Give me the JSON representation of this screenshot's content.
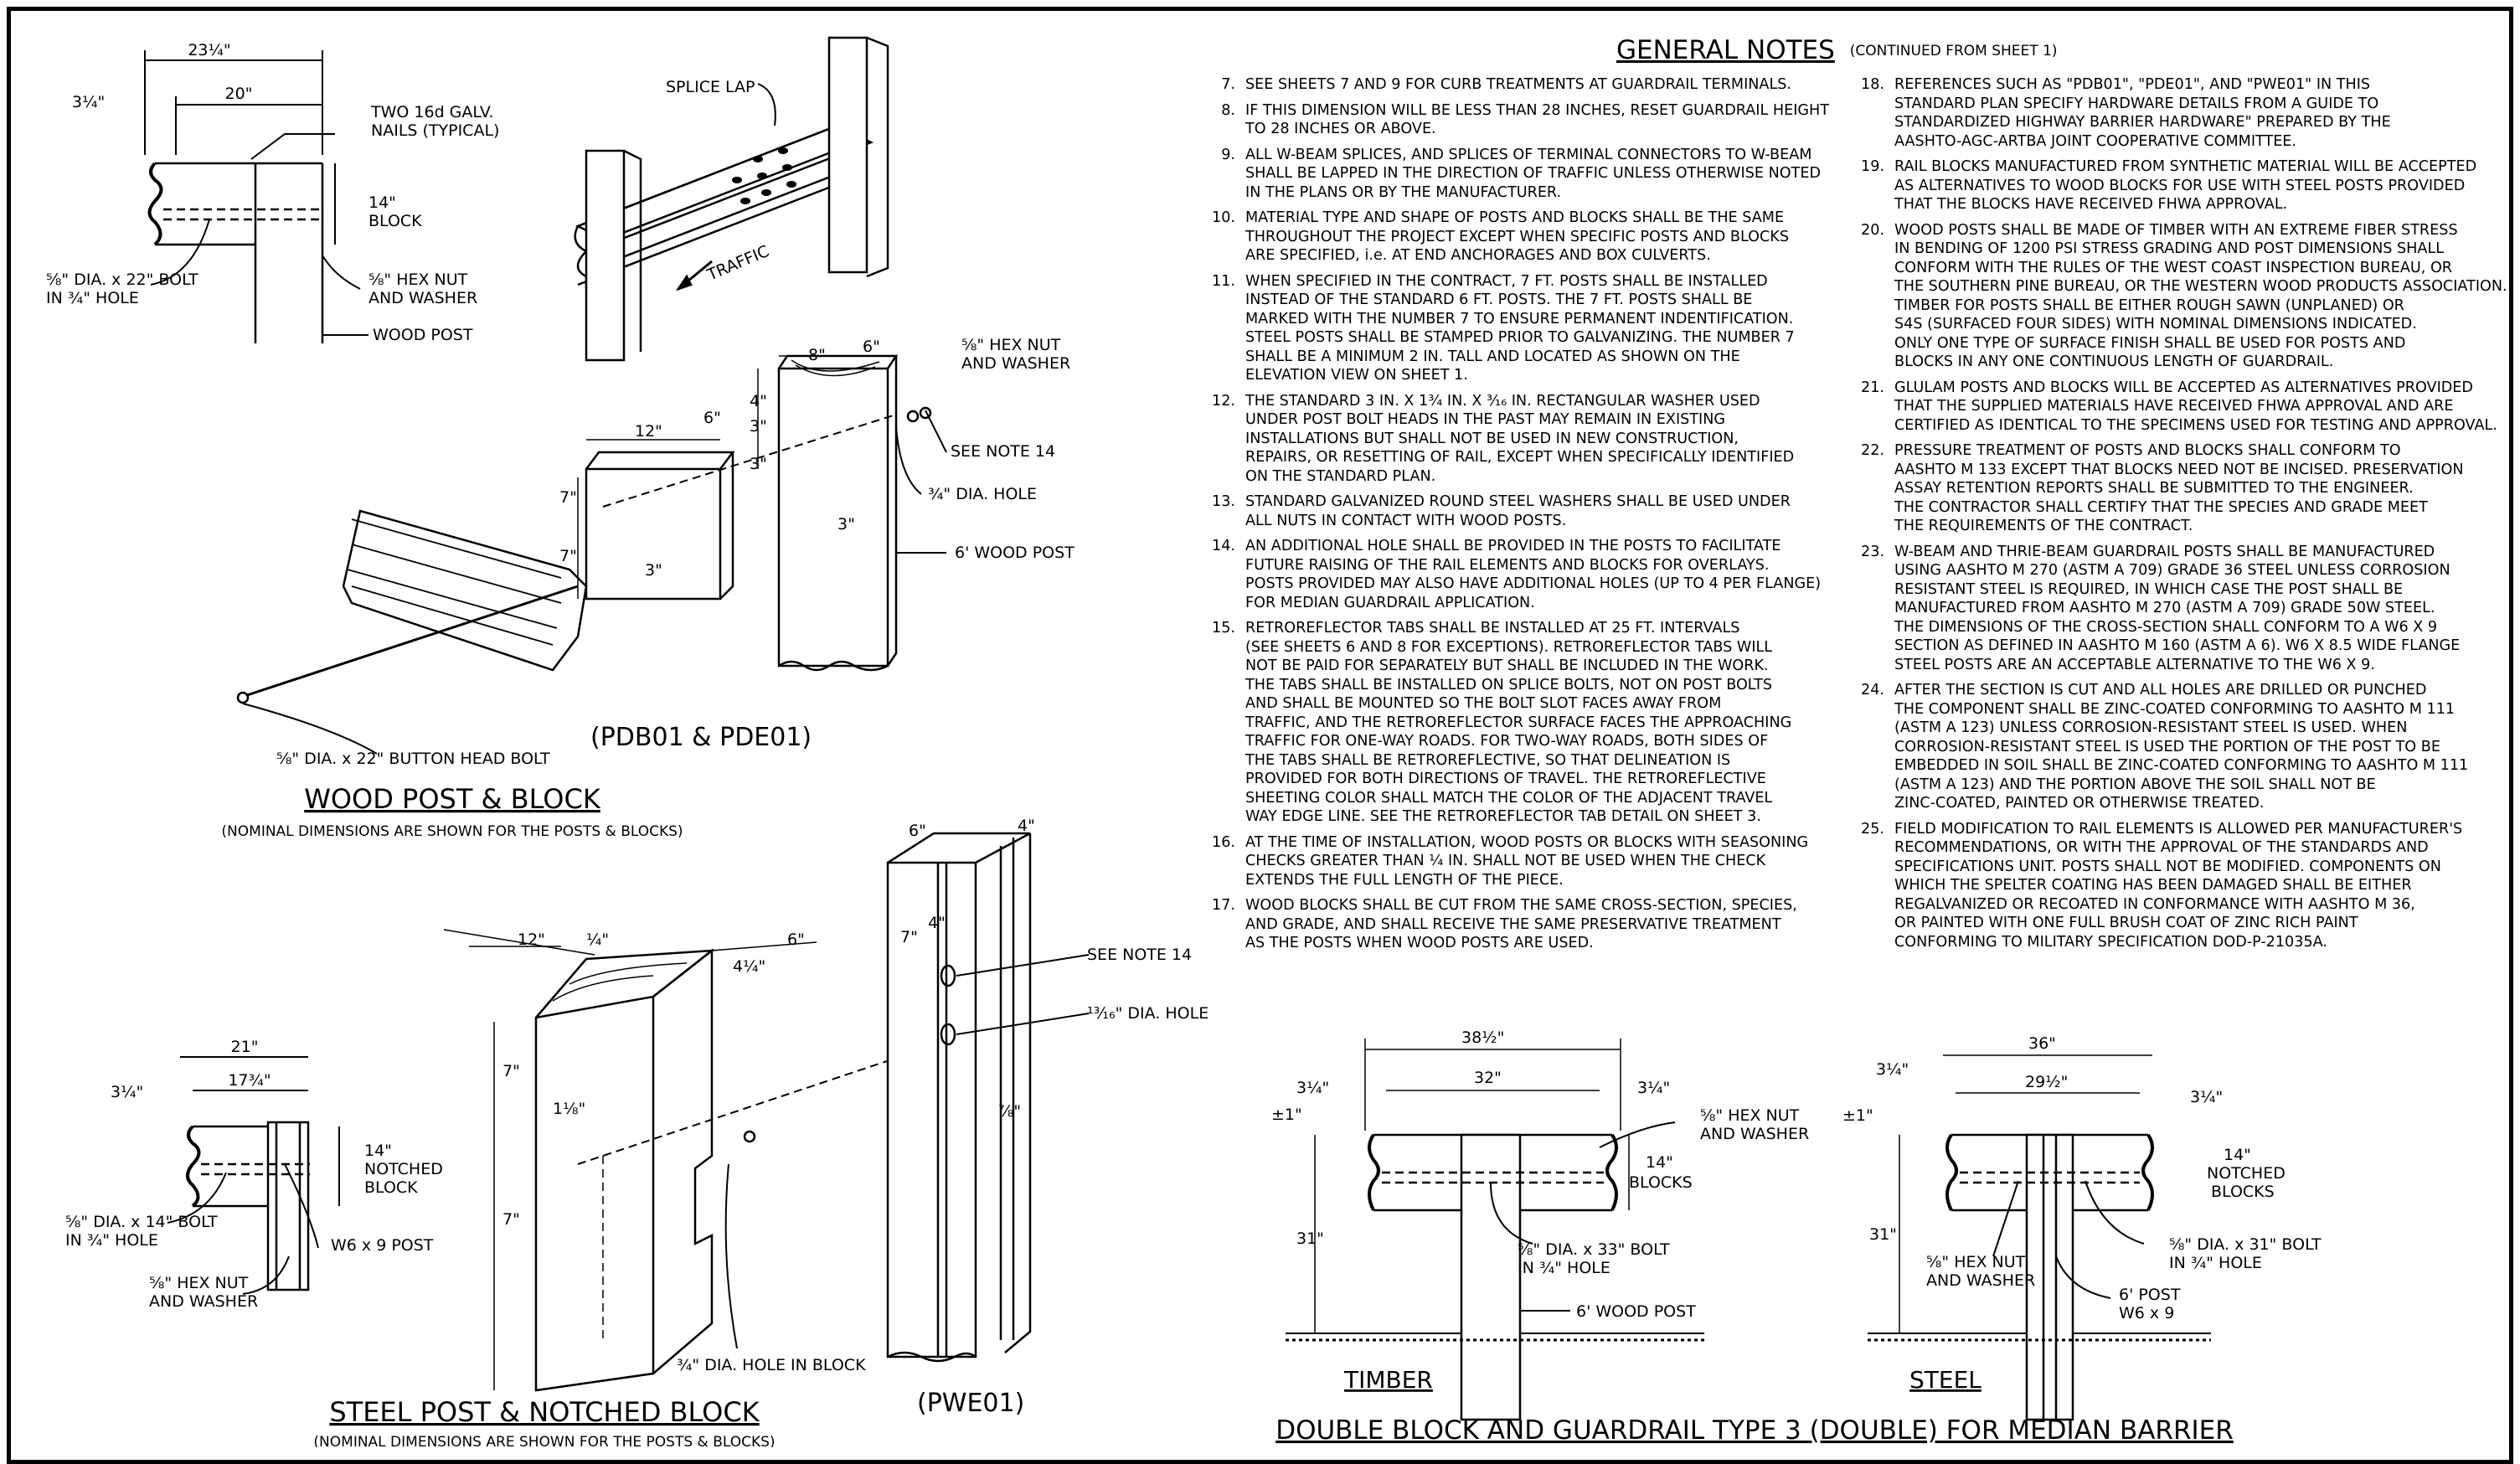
{
  "notes": {
    "title": "GENERAL NOTES",
    "continued": "(CONTINUED FROM SHEET 1)",
    "items": [
      {
        "num": "7.",
        "text": "SEE SHEETS 7 AND 9 FOR CURB TREATMENTS AT GUARDRAIL TERMINALS."
      },
      {
        "num": "8.",
        "text": "IF THIS DIMENSION WILL BE LESS THAN 28 INCHES, RESET GUARDRAIL HEIGHT\nTO 28 INCHES OR ABOVE."
      },
      {
        "num": "9.",
        "text": "ALL W-BEAM SPLICES, AND SPLICES OF TERMINAL CONNECTORS TO W-BEAM\nSHALL BE LAPPED IN THE DIRECTION OF TRAFFIC UNLESS OTHERWISE NOTED\nIN THE PLANS OR BY THE MANUFACTURER."
      },
      {
        "num": "10.",
        "text": "MATERIAL TYPE AND SHAPE OF POSTS AND BLOCKS SHALL BE THE SAME\nTHROUGHOUT THE PROJECT EXCEPT WHEN SPECIFIC POSTS AND BLOCKS\nARE SPECIFIED, i.e. AT END ANCHORAGES AND BOX CULVERTS."
      },
      {
        "num": "11.",
        "text": "WHEN SPECIFIED IN THE CONTRACT, 7 FT. POSTS SHALL BE INSTALLED\nINSTEAD OF THE STANDARD 6 FT. POSTS. THE 7 FT. POSTS SHALL BE\nMARKED WITH THE NUMBER 7 TO ENSURE PERMANENT INDENTIFICATION.\nSTEEL POSTS SHALL BE STAMPED PRIOR TO GALVANIZING. THE NUMBER 7\nSHALL BE A MINIMUM 2 IN. TALL AND LOCATED AS SHOWN ON THE\nELEVATION VIEW ON SHEET 1."
      },
      {
        "num": "12.",
        "text": "THE STANDARD 3 IN. X 1¾ IN. X ³⁄₁₆ IN. RECTANGULAR WASHER USED\nUNDER POST BOLT HEADS IN THE PAST MAY REMAIN IN EXISTING\nINSTALLATIONS BUT SHALL NOT BE USED IN NEW CONSTRUCTION,\nREPAIRS, OR RESETTING OF RAIL, EXCEPT WHEN SPECIFICALLY IDENTIFIED\nON THE STANDARD PLAN."
      },
      {
        "num": "13.",
        "text": "STANDARD GALVANIZED ROUND STEEL WASHERS SHALL BE USED UNDER\nALL NUTS IN CONTACT WITH WOOD POSTS."
      },
      {
        "num": "14.",
        "text": "AN ADDITIONAL HOLE SHALL BE PROVIDED IN THE POSTS TO FACILITATE\nFUTURE RAISING OF THE RAIL ELEMENTS AND BLOCKS FOR OVERLAYS.\nPOSTS PROVIDED MAY ALSO HAVE ADDITIONAL HOLES (UP TO 4 PER FLANGE)\nFOR MEDIAN GUARDRAIL APPLICATION."
      },
      {
        "num": "15.",
        "text": "RETROREFLECTOR TABS SHALL BE INSTALLED AT 25 FT. INTERVALS\n(SEE SHEETS 6 AND 8 FOR EXCEPTIONS). RETROREFLECTOR TABS WILL\nNOT BE PAID FOR SEPARATELY BUT SHALL BE INCLUDED IN THE WORK.\nTHE TABS SHALL BE INSTALLED ON SPLICE BOLTS, NOT ON POST BOLTS\nAND SHALL BE MOUNTED SO THE BOLT SLOT FACES AWAY FROM\nTRAFFIC, AND THE RETROREFLECTOR SURFACE FACES THE APPROACHING\nTRAFFIC FOR ONE-WAY ROADS. FOR TWO-WAY ROADS, BOTH SIDES OF\nTHE TABS SHALL BE RETROREFLECTIVE, SO THAT DELINEATION IS\nPROVIDED FOR BOTH DIRECTIONS OF TRAVEL. THE RETROREFLECTIVE\nSHEETING COLOR SHALL MATCH THE COLOR OF THE ADJACENT TRAVEL\nWAY EDGE LINE. SEE THE RETROREFLECTOR TAB DETAIL ON SHEET 3."
      },
      {
        "num": "16.",
        "text": "AT THE TIME OF INSTALLATION, WOOD POSTS OR BLOCKS WITH SEASONING\nCHECKS GREATER THAN ¼ IN. SHALL NOT BE USED WHEN THE CHECK\nEXTENDS THE FULL LENGTH OF THE PIECE."
      },
      {
        "num": "17.",
        "text": "WOOD BLOCKS SHALL BE CUT FROM THE SAME CROSS-SECTION, SPECIES,\nAND GRADE, AND SHALL RECEIVE THE SAME PRESERVATIVE TREATMENT\nAS THE POSTS WHEN WOOD POSTS ARE USED."
      },
      {
        "num": "18.",
        "text": "REFERENCES SUCH AS \"PDB01\", \"PDE01\", AND \"PWE01\" IN THIS\nSTANDARD PLAN SPECIFY HARDWARE DETAILS FROM A GUIDE TO\nSTANDARDIZED HIGHWAY BARRIER HARDWARE\" PREPARED BY THE\nAASHTO-AGC-ARTBA JOINT COOPERATIVE COMMITTEE."
      },
      {
        "num": "19.",
        "text": "RAIL BLOCKS MANUFACTURED FROM SYNTHETIC MATERIAL WILL BE ACCEPTED\nAS ALTERNATIVES TO WOOD BLOCKS FOR USE WITH STEEL POSTS PROVIDED\nTHAT THE BLOCKS HAVE RECEIVED FHWA APPROVAL."
      },
      {
        "num": "20.",
        "text": "WOOD POSTS SHALL BE MADE OF TIMBER WITH AN EXTREME FIBER STRESS\nIN BENDING OF 1200 PSI STRESS GRADING AND POST DIMENSIONS SHALL\nCONFORM WITH THE RULES OF THE WEST COAST INSPECTION BUREAU, OR\nTHE SOUTHERN PINE BUREAU, OR THE WESTERN WOOD PRODUCTS ASSOCIATION.\nTIMBER FOR POSTS SHALL BE EITHER ROUGH SAWN (UNPLANED) OR\nS4S (SURFACED FOUR SIDES) WITH NOMINAL DIMENSIONS INDICATED.\nONLY ONE TYPE OF SURFACE FINISH SHALL BE USED FOR POSTS AND\nBLOCKS IN ANY ONE CONTINUOUS LENGTH OF GUARDRAIL."
      },
      {
        "num": "21.",
        "text": "GLULAM POSTS AND BLOCKS WILL BE ACCEPTED AS ALTERNATIVES PROVIDED\nTHAT THE SUPPLIED MATERIALS HAVE RECEIVED FHWA APPROVAL AND ARE\nCERTIFIED AS IDENTICAL TO THE SPECIMENS USED FOR TESTING AND APPROVAL."
      },
      {
        "num": "22.",
        "text": "PRESSURE TREATMENT OF POSTS AND BLOCKS SHALL CONFORM TO\nAASHTO M 133 EXCEPT THAT BLOCKS NEED NOT BE INCISED. PRESERVATION\nASSAY RETENTION REPORTS SHALL BE SUBMITTED TO THE ENGINEER.\nTHE CONTRACTOR SHALL CERTIFY THAT THE SPECIES AND GRADE MEET\nTHE REQUIREMENTS OF THE CONTRACT."
      },
      {
        "num": "23.",
        "text": "W-BEAM AND THRIE-BEAM GUARDRAIL POSTS SHALL BE MANUFACTURED\nUSING AASHTO M 270 (ASTM A 709) GRADE 36 STEEL UNLESS CORROSION\nRESISTANT STEEL IS REQUIRED, IN WHICH CASE THE POST SHALL BE\nMANUFACTURED FROM AASHTO M 270 (ASTM A 709) GRADE 50W STEEL.\nTHE DIMENSIONS OF THE CROSS-SECTION SHALL CONFORM TO A W6 X 9\nSECTION AS DEFINED IN AASHTO M 160 (ASTM A 6). W6 X 8.5 WIDE FLANGE\nSTEEL POSTS ARE AN ACCEPTABLE ALTERNATIVE TO THE W6 X 9."
      },
      {
        "num": "24.",
        "text": "AFTER THE SECTION IS CUT AND ALL HOLES ARE DRILLED OR PUNCHED\nTHE COMPONENT SHALL BE ZINC-COATED CONFORMING TO AASHTO M 111\n(ASTM A 123) UNLESS CORROSION-RESISTANT STEEL IS USED. WHEN\nCORROSION-RESISTANT STEEL IS USED THE PORTION OF THE POST TO BE\nEMBEDDED IN SOIL SHALL BE ZINC-COATED CONFORMING TO AASHTO M 111\n(ASTM A 123) AND THE PORTION ABOVE THE SOIL SHALL NOT BE\nZINC-COATED, PAINTED OR OTHERWISE TREATED."
      },
      {
        "num": "25.",
        "text": "FIELD MODIFICATION TO RAIL ELEMENTS IS ALLOWED PER MANUFACTURER'S\nRECOMMENDATIONS, OR WITH THE APPROVAL OF THE STANDARDS AND\nSPECIFICATIONS UNIT. POSTS SHALL NOT BE MODIFIED. COMPONENTS ON\nWHICH THE SPELTER COATING HAS BEEN DAMAGED SHALL BE EITHER\nREGALVANIZED OR RECOATED IN CONFORMANCE WITH AASHTO M 36,\nOR PAINTED WITH ONE FULL BRUSH COAT OF ZINC RICH PAINT\nCONFORMING TO MILITARY SPECIFICATION DOD-P-21035A."
      }
    ]
  },
  "wood_detail": {
    "dim_overall": "23¼\"",
    "dim_20": "20\"",
    "dim_left": "3¼\"",
    "nails": "TWO 16d GALV.\nNAILS (TYPICAL)",
    "block": "14\"\nBLOCK",
    "nut": "⅝\" HEX NUT\nAND WASHER",
    "bolt": "⅝\" DIA. x 22\" BOLT\nIN ¾\" HOLE",
    "post": "WOOD POST"
  },
  "splice": {
    "lap": "SPLICE LAP",
    "traffic": "TRAFFIC"
  },
  "exploded_wood": {
    "d8": "8\"",
    "d6a": "6\"",
    "d12": "12\"",
    "d6b": "6\"",
    "d4": "4\"",
    "d3a": "3\"",
    "d3b": "3\"",
    "d3c": "3\"",
    "d7a": "7\"",
    "d7b": "7\"",
    "nut": "⅝\" HEX NUT\nAND WASHER",
    "see14": "SEE NOTE 14",
    "hole": "¾\" DIA. HOLE",
    "post": "6' WOOD POST",
    "bolt": "⅝\" DIA. x 22\" BUTTON HEAD BOLT",
    "ref": "(PDB01 & PDE01)"
  },
  "titles": {
    "wood": "WOOD POST & BLOCK",
    "wood_sub": "(NOMINAL DIMENSIONS ARE SHOWN FOR THE POSTS & BLOCKS)",
    "steel": "STEEL POST & NOTCHED BLOCK",
    "steel_sub": "(NOMINAL DIMENSIONS ARE SHOWN FOR THE POSTS & BLOCKS)",
    "median": "DOUBLE BLOCK AND GUARDRAIL TYPE 3 (DOUBLE) FOR MEDIAN BARRIER"
  },
  "steel_detail": {
    "d21": "21\"",
    "d1734": "17¾\"",
    "d314": "3¼\"",
    "block": "14\"\nNOTCHED\nBLOCK",
    "bolt": "⅝\" DIA. x 14\" BOLT\nIN ¾\" HOLE",
    "post": "W6 x 9 POST",
    "nut": "⅝\" HEX NUT\nAND WASHER"
  },
  "notched_block": {
    "d12": "12\"",
    "d14": "¼\"",
    "d6": "6\"",
    "d414": "4¼\"",
    "d7a": "7\"",
    "d7b": "7\"",
    "d118": "1⅛\"",
    "hole": "¾\" DIA. HOLE IN BLOCK"
  },
  "pwe": {
    "d6": "6\"",
    "d4a": "4\"",
    "d7": "7\"",
    "d4b": "4\"",
    "see14": "SEE NOTE 14",
    "hole": "¹³⁄₁₆\" DIA. HOLE",
    "d78": "⅞\"",
    "ref": "(PWE01)"
  },
  "timber": {
    "d3812": "38½\"",
    "d32": "32\"",
    "d314a": "3¼\"",
    "d314b": "3¼\"",
    "pm1": "±1\"",
    "d31": "31\"",
    "nut": "⅝\" HEX NUT\nAND WASHER",
    "blocks": "14\"\nBLOCKS",
    "bolt": "⅝\" DIA. x 33\" BOLT\nIN ¾\" HOLE",
    "post": "6' WOOD POST",
    "label": "TIMBER"
  },
  "steel_median": {
    "d36": "36\"",
    "d2912": "29½\"",
    "d314a": "3¼\"",
    "d314b": "3¼\"",
    "pm1": "±1\"",
    "d31": "31\"",
    "blocks": "14\"\nNOTCHED\nBLOCKS",
    "nut": "⅝\" HEX NUT\nAND WASHER",
    "bolt": "⅝\" DIA. x 31\" BOLT\nIN ¾\" HOLE",
    "post": "6' POST\nW6 x 9",
    "label": "STEEL"
  }
}
